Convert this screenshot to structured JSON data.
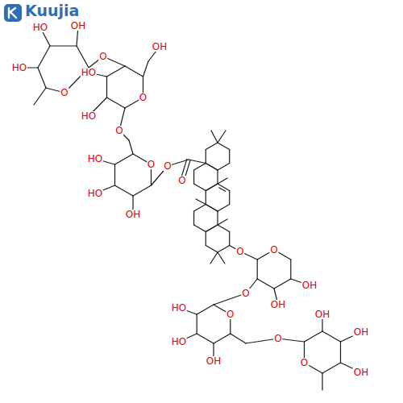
{
  "diagram": {
    "labels": [
      "Kuujia",
      "HO",
      "OH",
      "HO",
      "O",
      "O",
      "OH",
      "HO",
      "HO",
      "O",
      "O",
      "HO",
      "HO",
      "OH",
      "O",
      "O",
      "O",
      "O",
      "O",
      "OH",
      "OH",
      "O",
      "O",
      "HO",
      "HO",
      "OH",
      "O",
      "O",
      "OH",
      "OH",
      "OH"
    ]
  }
}
